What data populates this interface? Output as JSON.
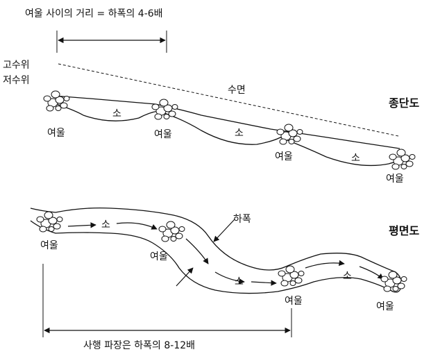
{
  "top_spacing_label": "여울 사이의 거리 = 하폭의 4-6배",
  "high_water_label": "고수위",
  "low_water_label": "저수위",
  "water_surface_label": "수면",
  "profile_title": "종단도",
  "plan_title": "평면도",
  "riffle_label": "여울",
  "pool_label": "소",
  "channel_width_label": "하폭",
  "meander_label": "사행 파장은 하폭의 8-12배"
}
